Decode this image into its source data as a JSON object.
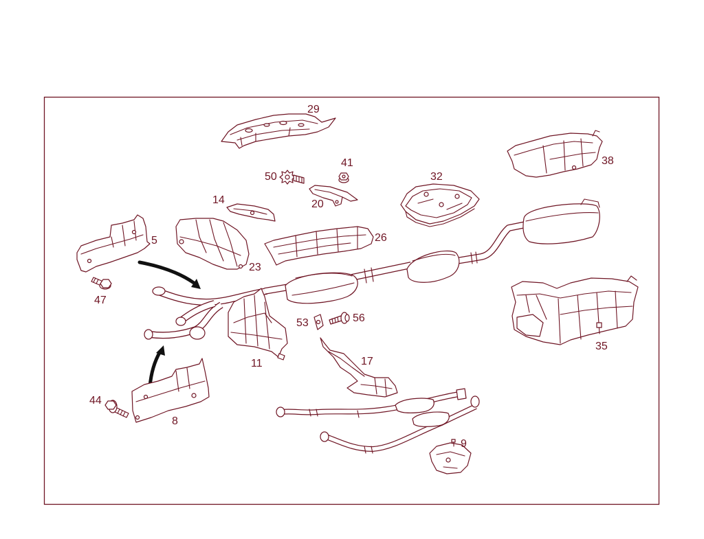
{
  "diagram": {
    "labels": {
      "p29": "29",
      "p50": "50",
      "p41": "41",
      "p20": "20",
      "p32": "32",
      "p38": "38",
      "p14": "14",
      "p5": "5",
      "p26": "26",
      "p23": "23",
      "p47": "47",
      "p53": "53",
      "p56": "56",
      "p11": "11",
      "p17": "17",
      "p35": "35",
      "p44": "44",
      "p8": "8",
      "p9": "9"
    }
  },
  "colors": {
    "line": "#6e1423",
    "background": "#ffffff",
    "arrow": "#111111"
  }
}
